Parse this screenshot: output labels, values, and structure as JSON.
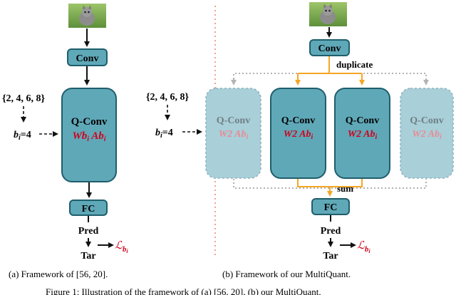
{
  "colors": {
    "teal_fill": "#5fa8b8",
    "teal_stroke": "#1f5e6c",
    "teal_faded": "#a9cfd8",
    "teal_faded_stroke": "#8fb4bf",
    "orange": "#f5a623",
    "red": "#d0021b",
    "gray_dot": "#b3b3b3",
    "divider": "#f0a58a"
  },
  "left": {
    "input_image": "kitten-photo",
    "conv": "Conv",
    "qconv_title": "Q-Conv",
    "qconv_sub": "Wb_i Ab_i",
    "bit_set": "{2, 4, 6, 8}",
    "bit_value": "b_i=4",
    "fc": "FC",
    "pred": "Pred",
    "tar": "Tar",
    "loss": "ℒ_{b_i}",
    "caption": "(a) Framework of [56, 20]."
  },
  "right": {
    "input_image": "kitten-photo",
    "conv": "Conv",
    "duplicate": "duplicate",
    "qconv_title": "Q-Conv",
    "qconv_sub": "W2 Ab_i",
    "bit_set": "{2, 4, 6, 8}",
    "bit_value": "b_i=4",
    "sum": "sum",
    "fc": "FC",
    "pred": "Pred",
    "tar": "Tar",
    "loss": "ℒ_{b_i}",
    "caption": "(b) Framework of our MultiQuant."
  },
  "figure_caption": "Figure 1: Illustration of the framework of (a) [56, 20], (b) our MultiQuant."
}
